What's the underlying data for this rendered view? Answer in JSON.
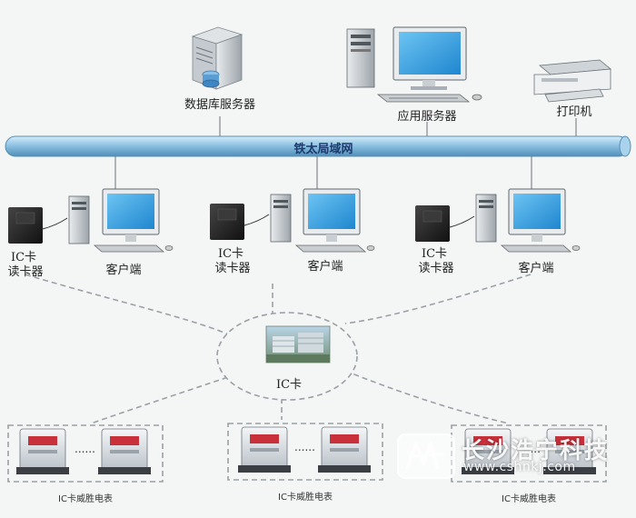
{
  "diagram": {
    "network_label": "铁太局域网",
    "servers": {
      "database_label": "数据库服务器",
      "application_label": "应用服务器",
      "printer_label": "打印机"
    },
    "stations": [
      {
        "reader_line1": "IC卡",
        "reader_line2": "读卡器",
        "client_label": "客户端"
      },
      {
        "reader_line1": "IC卡",
        "reader_line2": "读卡器",
        "client_label": "客户端"
      },
      {
        "reader_line1": "IC卡",
        "reader_line2": "读卡器",
        "client_label": "客户端"
      }
    ],
    "ic_card_label": "IC卡",
    "meter_groups": [
      {
        "label": "IC卡威胜电表"
      },
      {
        "label": "IC卡威胜电表"
      },
      {
        "label": "IC卡威胜电表"
      }
    ]
  },
  "watermark": {
    "company": "长沙浩宁科技",
    "url": "www.cshnkj.com"
  },
  "colors": {
    "network_bar": "#8fc3e3",
    "dashed_line": "#9aa0a6",
    "monitor_screen": "#3aa0e0",
    "reader": "#2b2b2b"
  }
}
